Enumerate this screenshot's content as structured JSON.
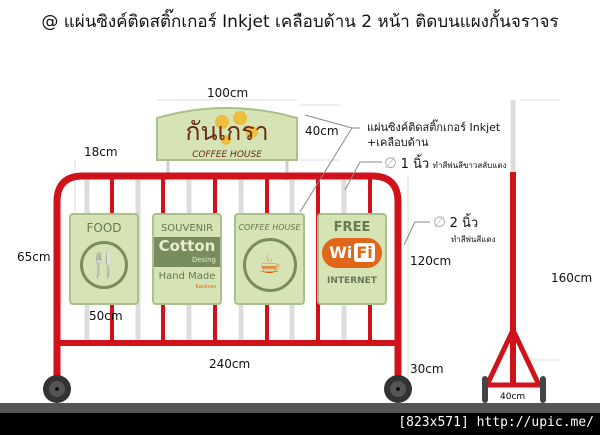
{
  "title": "@ แผ่นซิงค์ติดสติ๊กเกอร์ Inkjet เคลือบด้าน 2 หน้า ติดบนแผงกั้นจราจร",
  "top_sign": {
    "brand": "กันเกรา",
    "subtitle": "COFFEE HOUSE"
  },
  "signs": [
    {
      "title": "FOOD"
    },
    {
      "title": "SOUVENIR",
      "band": "Cotton",
      "band_sub": "Desing",
      "bottom": "Hand Made",
      "logo": "Kankrao"
    },
    {
      "title": "COFFEE HOUSE"
    },
    {
      "title": "FREE",
      "logo_left": "Wi",
      "logo_right": "Fi",
      "bottom": "INTERNET"
    }
  ],
  "dimensions": {
    "top_width": "100cm",
    "top_height": "40cm",
    "post_height": "18cm",
    "sign_height": "65cm",
    "sign_width": "50cm",
    "barrier_width": "240cm",
    "barrier_height": "120cm",
    "wheel_height": "30cm",
    "stand_height": "160cm",
    "stand_base": "40cm"
  },
  "notes": {
    "sticker_line1": "แผ่นซิงค์ติดสติ๊กเกอร์ Inkjet",
    "sticker_line2": "+เคลือบด้าน",
    "pipe1_size": "1 นิ้ว",
    "pipe1_desc": "ทำสีพ่นสีขาวสลับแดง",
    "pipe2_size": "2 นิ้ว",
    "pipe2_desc": "ทำสีพ่นสีแดง",
    "diameter_symbol": "∅"
  },
  "footer": "[823x571] http://upic.me/",
  "colors": {
    "frame": "#d0121b",
    "sign_bg": "#d6e3b4",
    "sign_dark": "#788c5e",
    "orange": "#e0661a",
    "brown": "#6b2a12",
    "ground": "#555555"
  }
}
